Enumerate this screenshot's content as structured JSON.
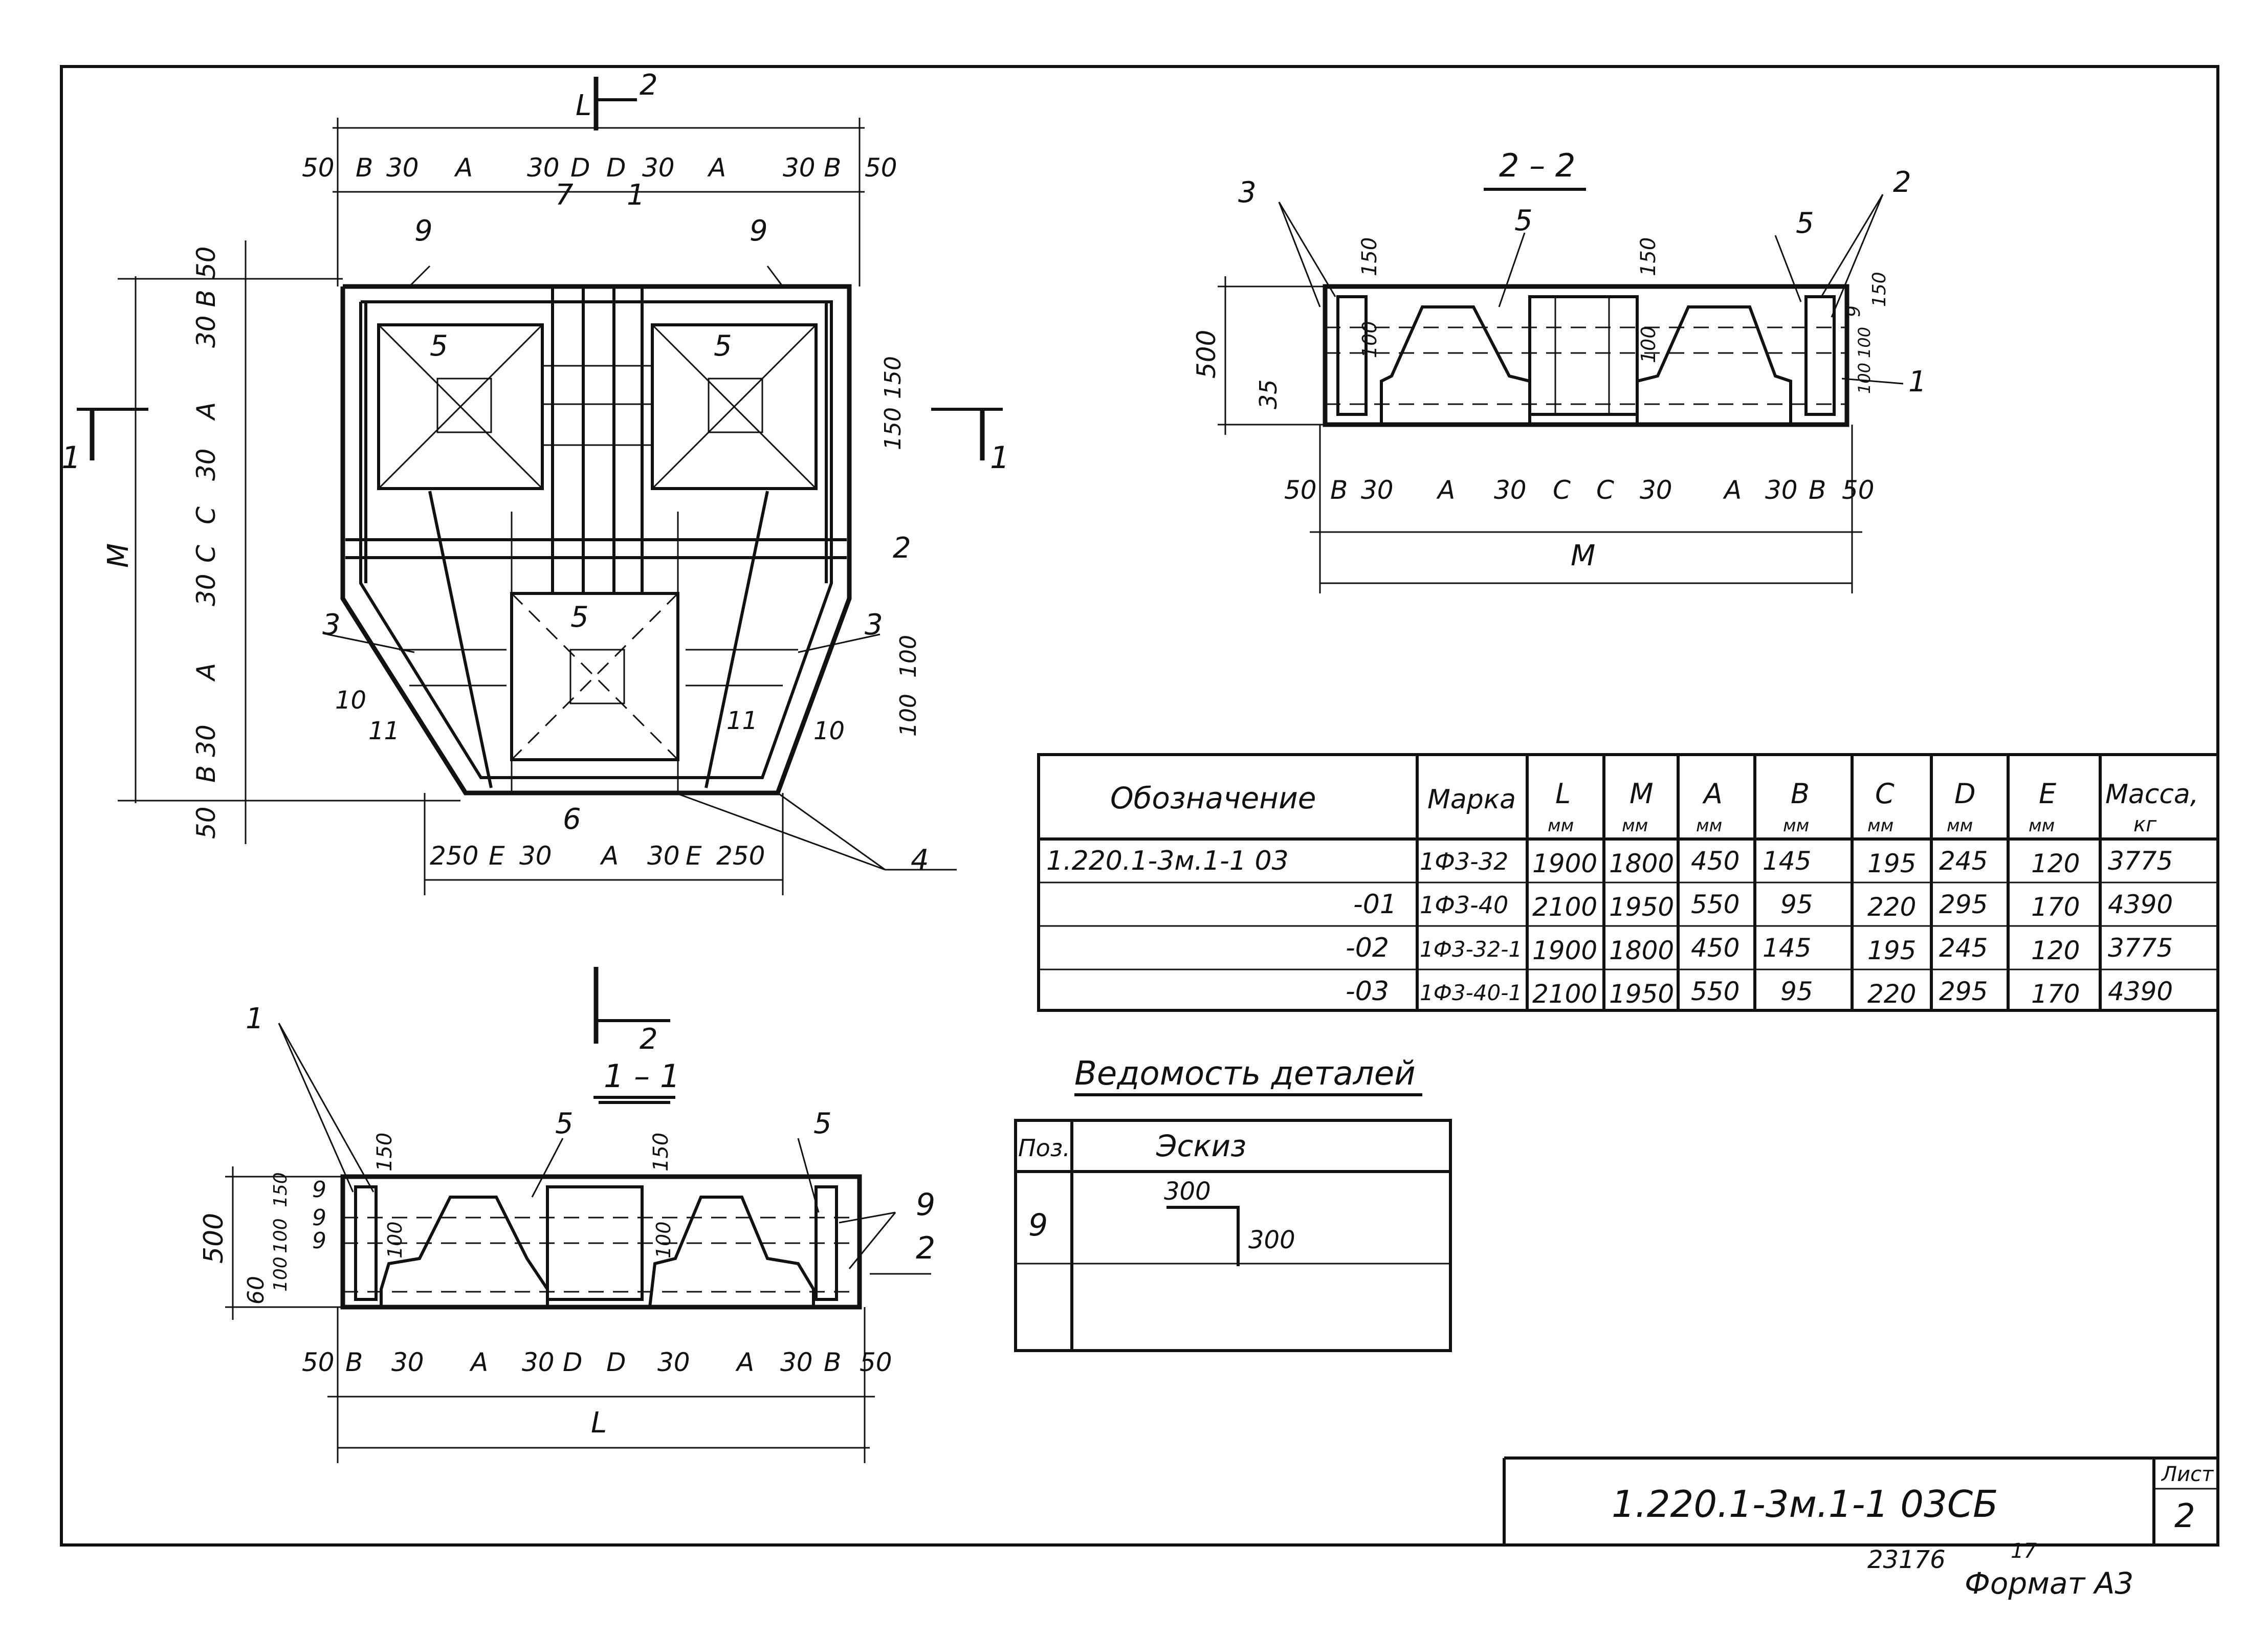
{
  "plan_view": {
    "top_dims": [
      "50",
      "B",
      "30",
      "A",
      "30",
      "D",
      "D",
      "30",
      "A",
      "30",
      "B",
      "50"
    ],
    "overall_label": "L",
    "cut_marker": "2",
    "left_dims": [
      "50",
      "30 B",
      "A",
      "30",
      "C",
      "C",
      "30",
      "A",
      "B 30",
      "50"
    ],
    "overall_side_label": "M",
    "bottom_dims": [
      "250",
      "E",
      "30",
      "A",
      "30",
      "E",
      "250"
    ],
    "right_dims": [
      "150",
      "150"
    ],
    "right_dims_low": [
      "100",
      "100"
    ],
    "section_marks": [
      "1",
      "1"
    ],
    "positions": [
      "9",
      "9",
      "7",
      "1",
      "5",
      "5",
      "5",
      "2",
      "3",
      "3",
      "10",
      "10",
      "11",
      "11",
      "6",
      "4"
    ]
  },
  "section_2_2": {
    "title": "2 – 2",
    "left_dims": [
      "500",
      "35"
    ],
    "small_dims": [
      "150",
      "100",
      "150",
      "100"
    ],
    "right_dims": [
      "9",
      "150",
      "100",
      "100"
    ],
    "bottom_dims": [
      "50",
      "B",
      "30",
      "A",
      "30",
      "C",
      "C",
      "30",
      "A",
      "30",
      "B",
      "50"
    ],
    "overall_label": "M",
    "positions": [
      "3",
      "5",
      "5",
      "2",
      "1"
    ]
  },
  "section_1_1": {
    "title": "1 – 1",
    "cut_marker": "2",
    "left_dims": [
      "500",
      "60"
    ],
    "stack_dims": [
      "150",
      "100",
      "100"
    ],
    "small_dims": [
      "150",
      "100",
      "150",
      "100"
    ],
    "side_labels": [
      "9",
      "9",
      "9"
    ],
    "bottom_dims": [
      "50",
      "B",
      "30",
      "A",
      "30",
      "D",
      "D",
      "30",
      "A",
      "30",
      "B",
      "50"
    ],
    "overall_label": "L",
    "positions": [
      "1",
      "5",
      "5",
      "9",
      "2"
    ]
  },
  "spec_table": {
    "headers": [
      "Обозначение",
      "Марка",
      "L",
      "M",
      "A",
      "B",
      "C",
      "D",
      "E",
      "Масса,"
    ],
    "units": [
      "",
      "",
      "мм",
      "мм",
      "мм",
      "мм",
      "мм",
      "мм",
      "мм",
      "кг"
    ],
    "rows": [
      [
        "1.220.1-3м.1-1  03",
        "1Ф3-32",
        "1900",
        "1800",
        "450",
        "145",
        "195",
        "245",
        "120",
        "3775"
      ],
      [
        "-01",
        "1Ф3-40",
        "2100",
        "1950",
        "550",
        "95",
        "220",
        "295",
        "170",
        "4390"
      ],
      [
        "-02",
        "1Ф3-32-1",
        "1900",
        "1800",
        "450",
        "145",
        "195",
        "245",
        "120",
        "3775"
      ],
      [
        "-03",
        "1Ф3-40-1",
        "2100",
        "1950",
        "550",
        "95",
        "220",
        "295",
        "170",
        "4390"
      ]
    ]
  },
  "details": {
    "title": "Ведомость деталей",
    "headers": [
      "Поз.",
      "Эскиз"
    ],
    "rows": [
      {
        "pos": "9",
        "dim1": "300",
        "dim2": "300"
      }
    ]
  },
  "title_block": {
    "designation": "1.220.1-3м.1-1    03СБ",
    "sheet_label": "Лист",
    "sheet_number": "2",
    "inventory": "23176",
    "inventory_sub": "17",
    "format": "Формат А3"
  }
}
